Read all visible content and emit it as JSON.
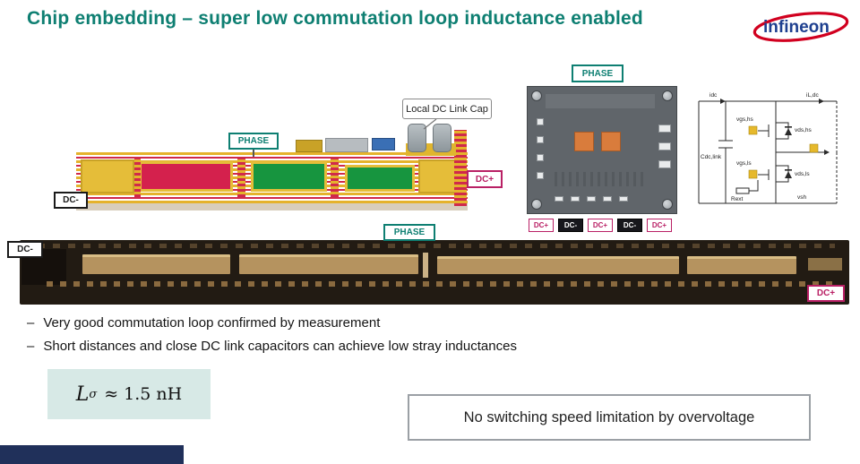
{
  "slide": {
    "title": "Chip embedding – super low commutation loop inductance enabled"
  },
  "logo": {
    "text": "infineon"
  },
  "ui": {
    "bullet_marker": "–"
  },
  "diagram": {
    "local_cap_label": "Local DC Link Cap",
    "phase_label": "PHASE",
    "dc_minus_label": "DC-",
    "dc_plus_label": "DC+"
  },
  "module": {
    "phase_label": "PHASE",
    "terminals": [
      "DC+",
      "DC-",
      "DC+",
      "DC-",
      "DC+"
    ]
  },
  "schematic": {
    "labels": {
      "idc": "idc",
      "ildc": "iL,dc",
      "cdclink": "Cdc,link",
      "vgshs": "vgs,hs",
      "vdshs": "vds,hs",
      "vgsls": "vgs,ls",
      "vdsls": "vds,ls",
      "rext": "Rext",
      "vsh": "vsh"
    }
  },
  "xsection": {
    "dc_minus_label": "DC-",
    "phase_label": "PHASE",
    "dc_plus_label": "DC+"
  },
  "bullets": [
    "Very good commutation loop confirmed by measurement",
    "Short distances and close DC link capacitors can achieve low stray inductances"
  ],
  "formula": {
    "variable": "L",
    "subscript": "σ",
    "value": "≈ 1.5 nH"
  },
  "callout": {
    "text": "No switching speed limitation by overvoltage"
  }
}
